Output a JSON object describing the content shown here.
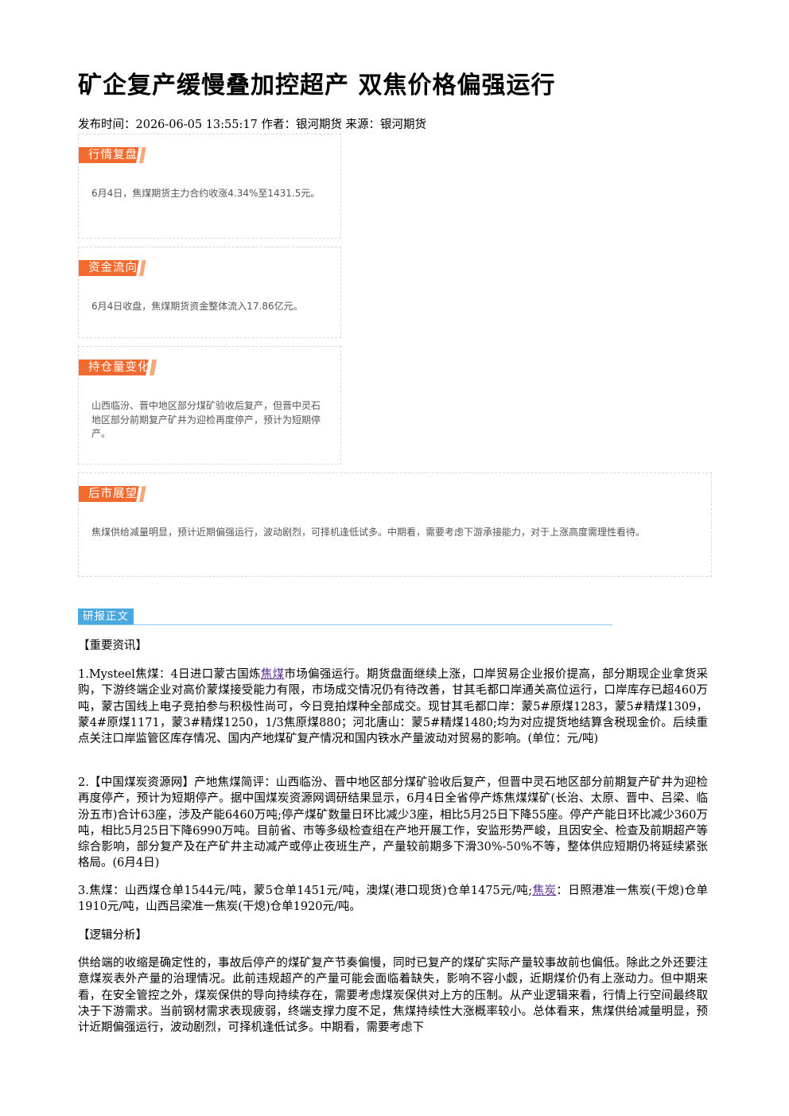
{
  "article": {
    "title": "矿企复产缓慢叠加控超产 双焦价格偏强运行",
    "meta": "发布时间：2026-06-05 13:55:17 作者：银河期货 来源：银河期货"
  },
  "summary_boxes": [
    {
      "label": "行情复盘",
      "text": "6月4日，焦煤期货主力合约收涨4.34%至1431.5元。"
    },
    {
      "label": "资金流向",
      "text": "6月4日收盘，焦煤期货资金整体流入17.86亿元。"
    },
    {
      "label": "持仓量变化",
      "text": "山西临汾、晋中地区部分煤矿验收后复产，但晋中灵石地区部分前期复产矿井为迎检再度停产，预计为短期停产。"
    },
    {
      "label": "后市展望",
      "text": "焦煤供给减量明显，预计近期偏强运行，波动剧烈，可择机逢低试多。中期看，需要考虑下游承接能力，对于上涨高度需理性看待。"
    }
  ],
  "report": {
    "section_label": "研报正文",
    "heading_news": "【重要资讯】",
    "p1_a": "1.Mysteel焦煤：4日进口蒙古国炼",
    "p1_link": "焦煤",
    "p1_b": "市场偏强运行。期货盘面继续上涨，口岸贸易企业报价提高，部分期现企业拿货采购，下游终端企业对高价蒙煤接受能力有限，市场成交情况仍有待改善，甘其毛都口岸通关高位运行，口岸库存已超460万吨，蒙古国线上电子竞拍参与积极性尚可，今日竞拍煤种全部成交。现甘其毛都口岸：蒙5#原煤1283，蒙5#精煤1309，蒙4#原煤1171，蒙3#精煤1250，1/3焦原煤880；河北唐山：蒙5#精煤1480;均为对应提货地结算含税现金价。后续重点关注口岸监管区库存情况、国内产地煤矿复产情况和国内铁水产量波动对贸易的影响。(单位：元/吨)",
    "p2": "2.【中国煤炭资源网】产地焦煤简评：山西临汾、晋中地区部分煤矿验收后复产，但晋中灵石地区部分前期复产矿井为迎检再度停产，预计为短期停产。据中国煤炭资源网调研结果显示，6月4日全省停产炼焦煤煤矿(长治、太原、晋中、吕梁、临汾五市)合计63座，涉及产能6460万吨;停产煤矿数量日环比减少3座，相比5月25日下降55座。停产产能日环比减少360万吨，相比5月25日下降6990万吨。目前省、市等多级检查组在产地开展工作，安监形势严峻，且因安全、检查及前期超产等综合影响，部分复产及在产矿井主动减产或停止夜班生产，产量较前期多下滑30%-50%不等，整体供应短期仍将延续紧张格局。(6月4日)",
    "p3_a": "3.焦煤：山西煤仓单1544元/吨，蒙5仓单1451元/吨，澳煤(港口现货)仓单1475元/吨;",
    "p3_link": "焦炭",
    "p3_b": "：日照港准一焦炭(干熄)仓单1910元/吨，山西吕梁准一焦炭(干熄)仓单1920元/吨。",
    "heading_logic": "【逻辑分析】",
    "p4": "供给端的收缩是确定性的，事故后停产的煤矿复产节奏偏慢，同时已复产的煤矿实际产量较事故前也偏低。除此之外还要注意煤炭表外产量的治理情况。此前违规超产的产量可能会面临着缺失，影响不容小觑，近期煤价仍有上涨动力。但中期来看，在安全管控之外，煤炭保供的导向持续存在，需要考虑煤炭保供对上方的压制。从产业逻辑来看，行情上行空间最终取决于下游需求。当前钢材需求表现疲弱，终端支撑力度不足，焦煤持续性大涨概率较小。总体看来，焦煤供给减量明显，预计近期偏强运行，波动剧烈，可择机逢低试多。中期看，需要考虑下"
  }
}
